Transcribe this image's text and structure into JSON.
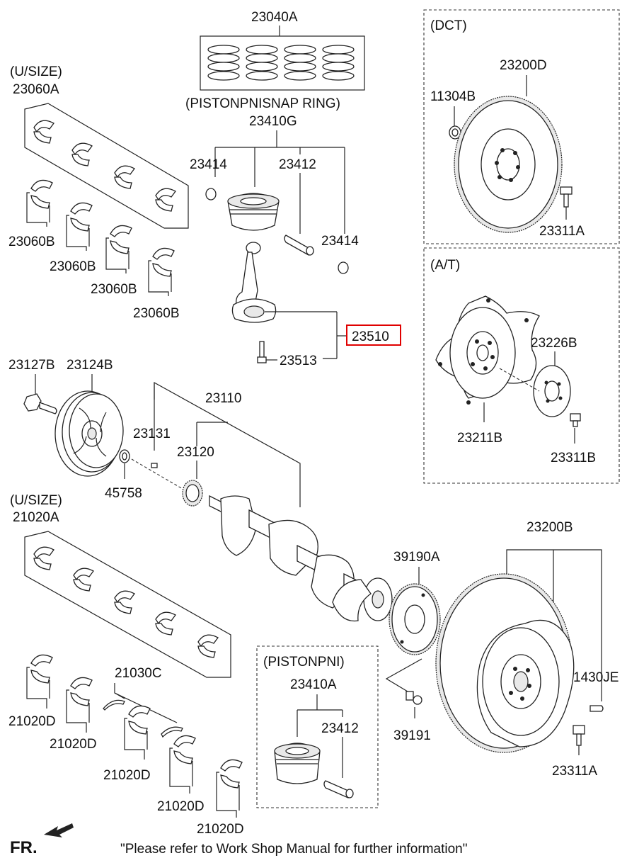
{
  "labels": {
    "p23040A": "23040A",
    "usize1": "(U/SIZE)",
    "p23060A": "23060A",
    "pistonpin_snap": "(PISTONPNISNAP RING)",
    "p23410G": "23410G",
    "p23414a": "23414",
    "p23412a": "23412",
    "p23414b": "23414",
    "p23060B_1": "23060B",
    "p23060B_2": "23060B",
    "p23060B_3": "23060B",
    "p23060B_4": "23060B",
    "p23510": "23510",
    "p23513": "23513",
    "dct": "(DCT)",
    "p11304B": "11304B",
    "p23200D": "23200D",
    "p23311A_1": "23311A",
    "at": "(A/T)",
    "p23226B": "23226B",
    "p23211B": "23211B",
    "p23311B": "23311B",
    "p23127B": "23127B",
    "p23124B": "23124B",
    "p23110": "23110",
    "p23131": "23131",
    "p23120": "23120",
    "p45758": "45758",
    "usize2": "(U/SIZE)",
    "p21020A": "21020A",
    "p39190A": "39190A",
    "p23200B": "23200B",
    "p1430JE": "1430JE",
    "p21030C": "21030C",
    "pistonpin": "(PISTONPNI)",
    "p23410A": "23410A",
    "p23412b": "23412",
    "p39191": "39191",
    "p21020D_1": "21020D",
    "p21020D_2": "21020D",
    "p21020D_3": "21020D",
    "p21020D_4": "21020D",
    "p21020D_5": "21020D",
    "p23311A_2": "23311A"
  },
  "footer": {
    "fr": "FR.",
    "note": "\"Please refer to Work Shop Manual for further information\""
  },
  "highlight_color": "#e00000"
}
